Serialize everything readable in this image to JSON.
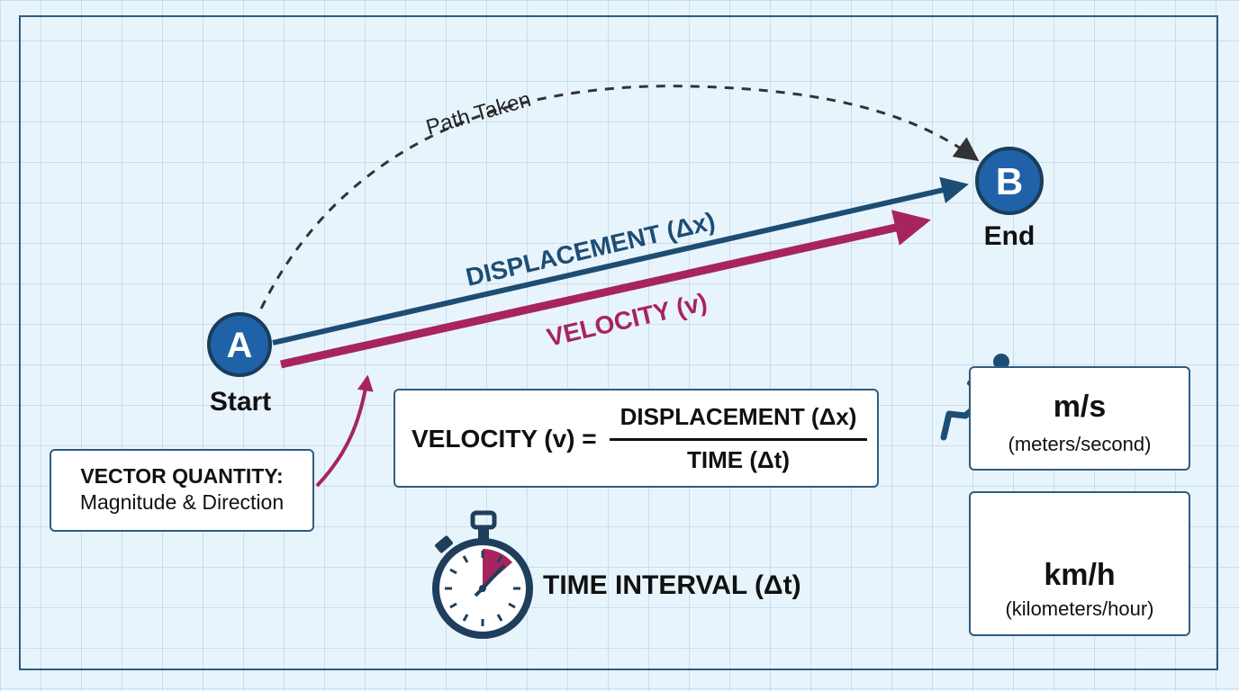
{
  "labels": {
    "path": "Path Taken",
    "displacement": "DISPLACEMENT (Δx)",
    "velocity": "VELOCITY (v)",
    "point_a": "A",
    "point_b": "B",
    "start": "Start",
    "end": "End"
  },
  "vector_box": {
    "title": "VECTOR QUANTITY:",
    "subtitle": "Magnitude & Direction"
  },
  "formula": {
    "lhs": "VELOCITY (v) =",
    "numerator": "DISPLACEMENT (Δx)",
    "denominator": "TIME (Δt)"
  },
  "time_interval": "TIME INTERVAL (Δt)",
  "units": {
    "ms": {
      "unit": "m/s",
      "description": "(meters/second)"
    },
    "kmh": {
      "unit": "km/h",
      "description": "(kilometers/hour)"
    }
  },
  "colors": {
    "navy": "#1e4d73",
    "magenta": "#a8245e",
    "point_fill": "#1f62a8",
    "grid_bg": "#e8f4fc"
  },
  "icons": [
    "runner-icon",
    "car-icon",
    "stopwatch-icon"
  ]
}
